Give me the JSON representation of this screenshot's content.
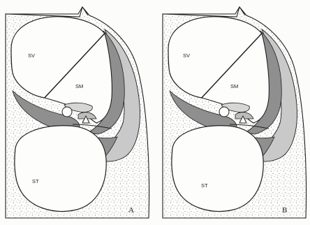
{
  "figure": {
    "panels": [
      {
        "id": "A",
        "letter": "A",
        "labels": {
          "sv": "SV",
          "sm": "SM",
          "st": "ST"
        }
      },
      {
        "id": "B",
        "letter": "B",
        "labels": {
          "sv": "SV",
          "sm": "SM",
          "st": "ST"
        }
      }
    ],
    "colors": {
      "outline": "#1e1e1e",
      "bone_stipple": "#8a8a8a",
      "dark_tissue": "#8f8f8f",
      "light_tissue": "#c9c9c9",
      "chamber_fill": "#fdfdfc",
      "background": "#fcfcfa"
    }
  }
}
